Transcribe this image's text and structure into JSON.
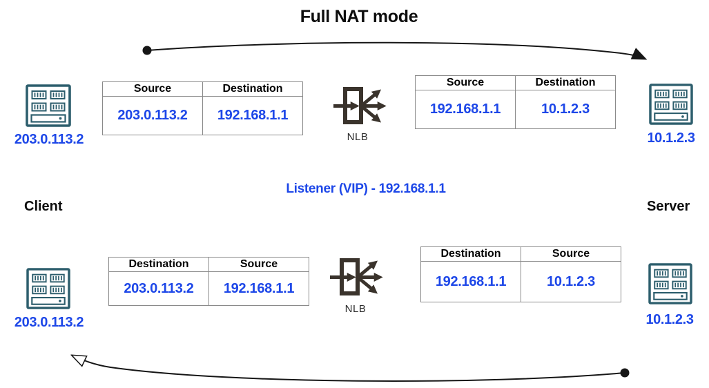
{
  "title": "Full NAT mode",
  "labels": {
    "client": "Client",
    "server": "Server",
    "listener": "Listener (VIP) - 192.168.1.1",
    "nlb": "NLB",
    "client_ip": "203.0.113.2",
    "server_ip": "10.1.2.3"
  },
  "tables": {
    "request_left": {
      "headers": [
        "Source",
        "Destination"
      ],
      "values": [
        "203.0.113.2",
        "192.168.1.1"
      ]
    },
    "request_right": {
      "headers": [
        "Source",
        "Destination"
      ],
      "values": [
        "192.168.1.1",
        "10.1.2.3"
      ]
    },
    "response_left": {
      "headers": [
        "Destination",
        "Source"
      ],
      "values": [
        "203.0.113.2",
        "192.168.1.1"
      ]
    },
    "response_right": {
      "headers": [
        "Destination",
        "Source"
      ],
      "values": [
        "192.168.1.1",
        "10.1.2.3"
      ]
    }
  },
  "icons": {
    "client": "server-rack-icon",
    "server": "server-rack-icon",
    "nlb": "load-balancer-fanout-icon",
    "request_arrow": "curved-arrow-dot-to-filled-head",
    "response_arrow": "curved-arrow-dot-to-open-head"
  },
  "colors": {
    "accent_blue": "#1d47e8",
    "icon_teal": "#2d5e6d",
    "nlb_dark": "#3a332c",
    "table_border": "#8a8a8a",
    "arrow_black": "#161616"
  }
}
